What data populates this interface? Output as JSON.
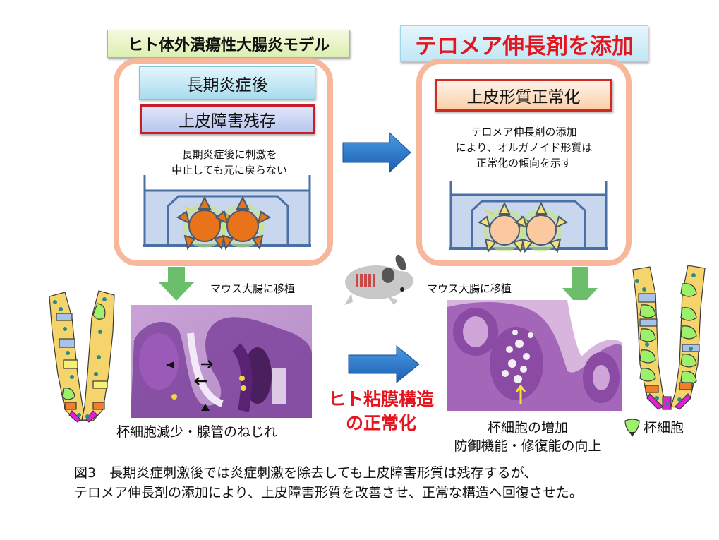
{
  "left_column": {
    "model_label": "ヒト体外潰瘍性大腸炎モデル",
    "stage_label": "長期炎症後",
    "result_label": "上皮障害残存",
    "description_lines": [
      "長期炎症後に刺激を",
      "中止しても元に戻らない"
    ],
    "organoid_state": "damaged",
    "transplant_label": "マウス大腸に移植",
    "histology_caption": "杯細胞減少・腺管のねじれ"
  },
  "right_column": {
    "treatment_label": "テロメア伸長剤を添加",
    "result_label": "上皮形質正常化",
    "description_lines": [
      "テロメア伸長剤の添加",
      "により、オルガノイド形質は",
      "正常化の傾向を示す"
    ],
    "organoid_state": "normalized",
    "transplant_label": "マウス大腸に移植",
    "histology_caption_lines": [
      "杯細胞の増加",
      "防御機能・修復能の向上"
    ]
  },
  "center": {
    "outcome_lines": [
      "ヒト粘膜構造",
      "の正常化"
    ],
    "mouse_icon": "mouse-with-graft-icon"
  },
  "legend": {
    "goblet_cell_label": "杯細胞",
    "goblet_cell_color": "#9df06a"
  },
  "figure_caption_lines": [
    "図3　長期炎症刺激後では炎症刺激を除去しても上皮障害形質は残存するが、",
    "テロメア伸長剤の添加により、上皮障害形質を改善させ、正常な構造へ回復させた。"
  ],
  "colors": {
    "panel_border": "#f7b79a",
    "arrow_blue": "#1f73c9",
    "arrow_green": "#5cb85c",
    "accent_red": "#e4151f",
    "organoid_damaged": "#e8731a",
    "organoid_normal": "#fbc9a0"
  }
}
